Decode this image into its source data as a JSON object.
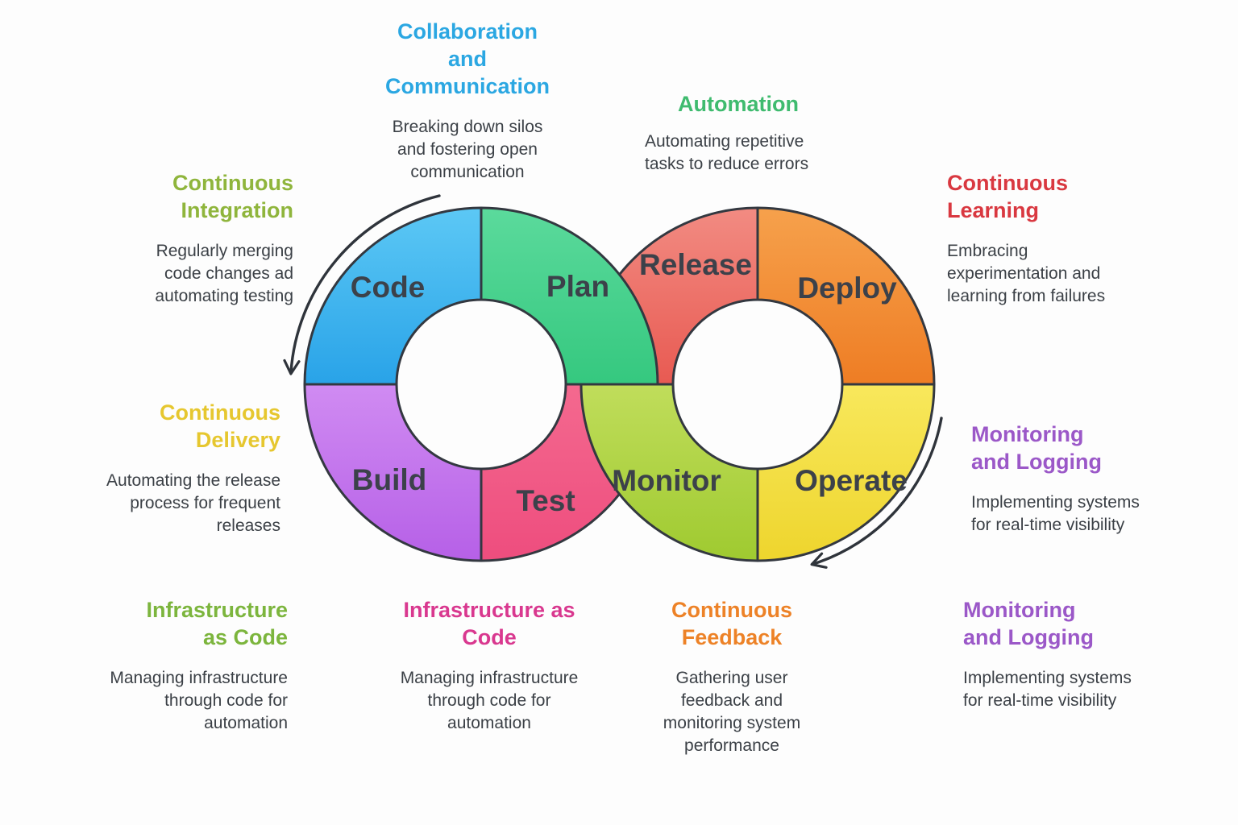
{
  "diagram": {
    "background": "#fdfdfd",
    "outline_color": "#333840",
    "label_color": "#3c414a",
    "rings": {
      "left": {
        "segments": [
          {
            "id": "code",
            "label": "Code",
            "color_light": "#5cc8f5",
            "color": "#29a3e8"
          },
          {
            "id": "plan",
            "label": "Plan",
            "color_light": "#5bda9c",
            "color": "#35c87f"
          },
          {
            "id": "test",
            "label": "Test",
            "color_light": "#f4698f",
            "color": "#ee4d7e"
          },
          {
            "id": "build",
            "label": "Build",
            "color_light": "#d08bf2",
            "color": "#b660e7"
          }
        ]
      },
      "right": {
        "segments": [
          {
            "id": "release",
            "label": "Release",
            "color_light": "#f28b82",
            "color": "#e85a52"
          },
          {
            "id": "deploy",
            "label": "Deploy",
            "color_light": "#f6a14c",
            "color": "#ee7d24"
          },
          {
            "id": "operate",
            "label": "Operate",
            "color_light": "#f8e85c",
            "color": "#eed52d"
          },
          {
            "id": "monitor",
            "label": "Monitor",
            "color_light": "#c0dd5b",
            "color": "#9fca30"
          }
        ]
      }
    }
  },
  "annotations": [
    {
      "id": "collaboration",
      "title": "Collaboration\nand\nCommunication",
      "title_color": "#2ba7e2",
      "description": "Breaking down silos\nand fostering open\ncommunication"
    },
    {
      "id": "automation",
      "title": "Automation",
      "title_color": "#3fbb6f",
      "description": "Automating repetitive\ntasks to reduce errors"
    },
    {
      "id": "continuous-integration",
      "title": "Continuous\nIntegration",
      "title_color": "#8fb53c",
      "description": "Regularly merging\ncode changes ad\nautomating testing"
    },
    {
      "id": "continuous-learning",
      "title": "Continuous\nLearning",
      "title_color": "#d93840",
      "description": "Embracing\nexperimentation and\nlearning from failures"
    },
    {
      "id": "continuous-delivery",
      "title": "Continuous\nDelivery",
      "title_color": "#e6c72f",
      "description": "Automating the release\nprocess for frequent\nreleases"
    },
    {
      "id": "monitoring-logging-right",
      "title": "Monitoring\nand Logging",
      "title_color": "#9b58c8",
      "description": "Implementing systems\nfor real-time visibility"
    },
    {
      "id": "infrastructure-as-code-left",
      "title": "Infrastructure\nas Code",
      "title_color": "#7cb53d",
      "description": "Managing infrastructure\nthrough code for\nautomation"
    },
    {
      "id": "infrastructure-as-code-center",
      "title": "Infrastructure as\nCode",
      "title_color": "#d9388f",
      "description": "Managing infrastructure\nthrough code for\nautomation"
    },
    {
      "id": "continuous-feedback",
      "title": "Continuous\nFeedback",
      "title_color": "#ed8227",
      "description": "Gathering user\nfeedback and\nmonitoring system\nperformance"
    },
    {
      "id": "monitoring-logging-bottom",
      "title": "Monitoring\nand Logging",
      "title_color": "#9b58c8",
      "description": "Implementing systems\nfor real-time visibility"
    }
  ]
}
